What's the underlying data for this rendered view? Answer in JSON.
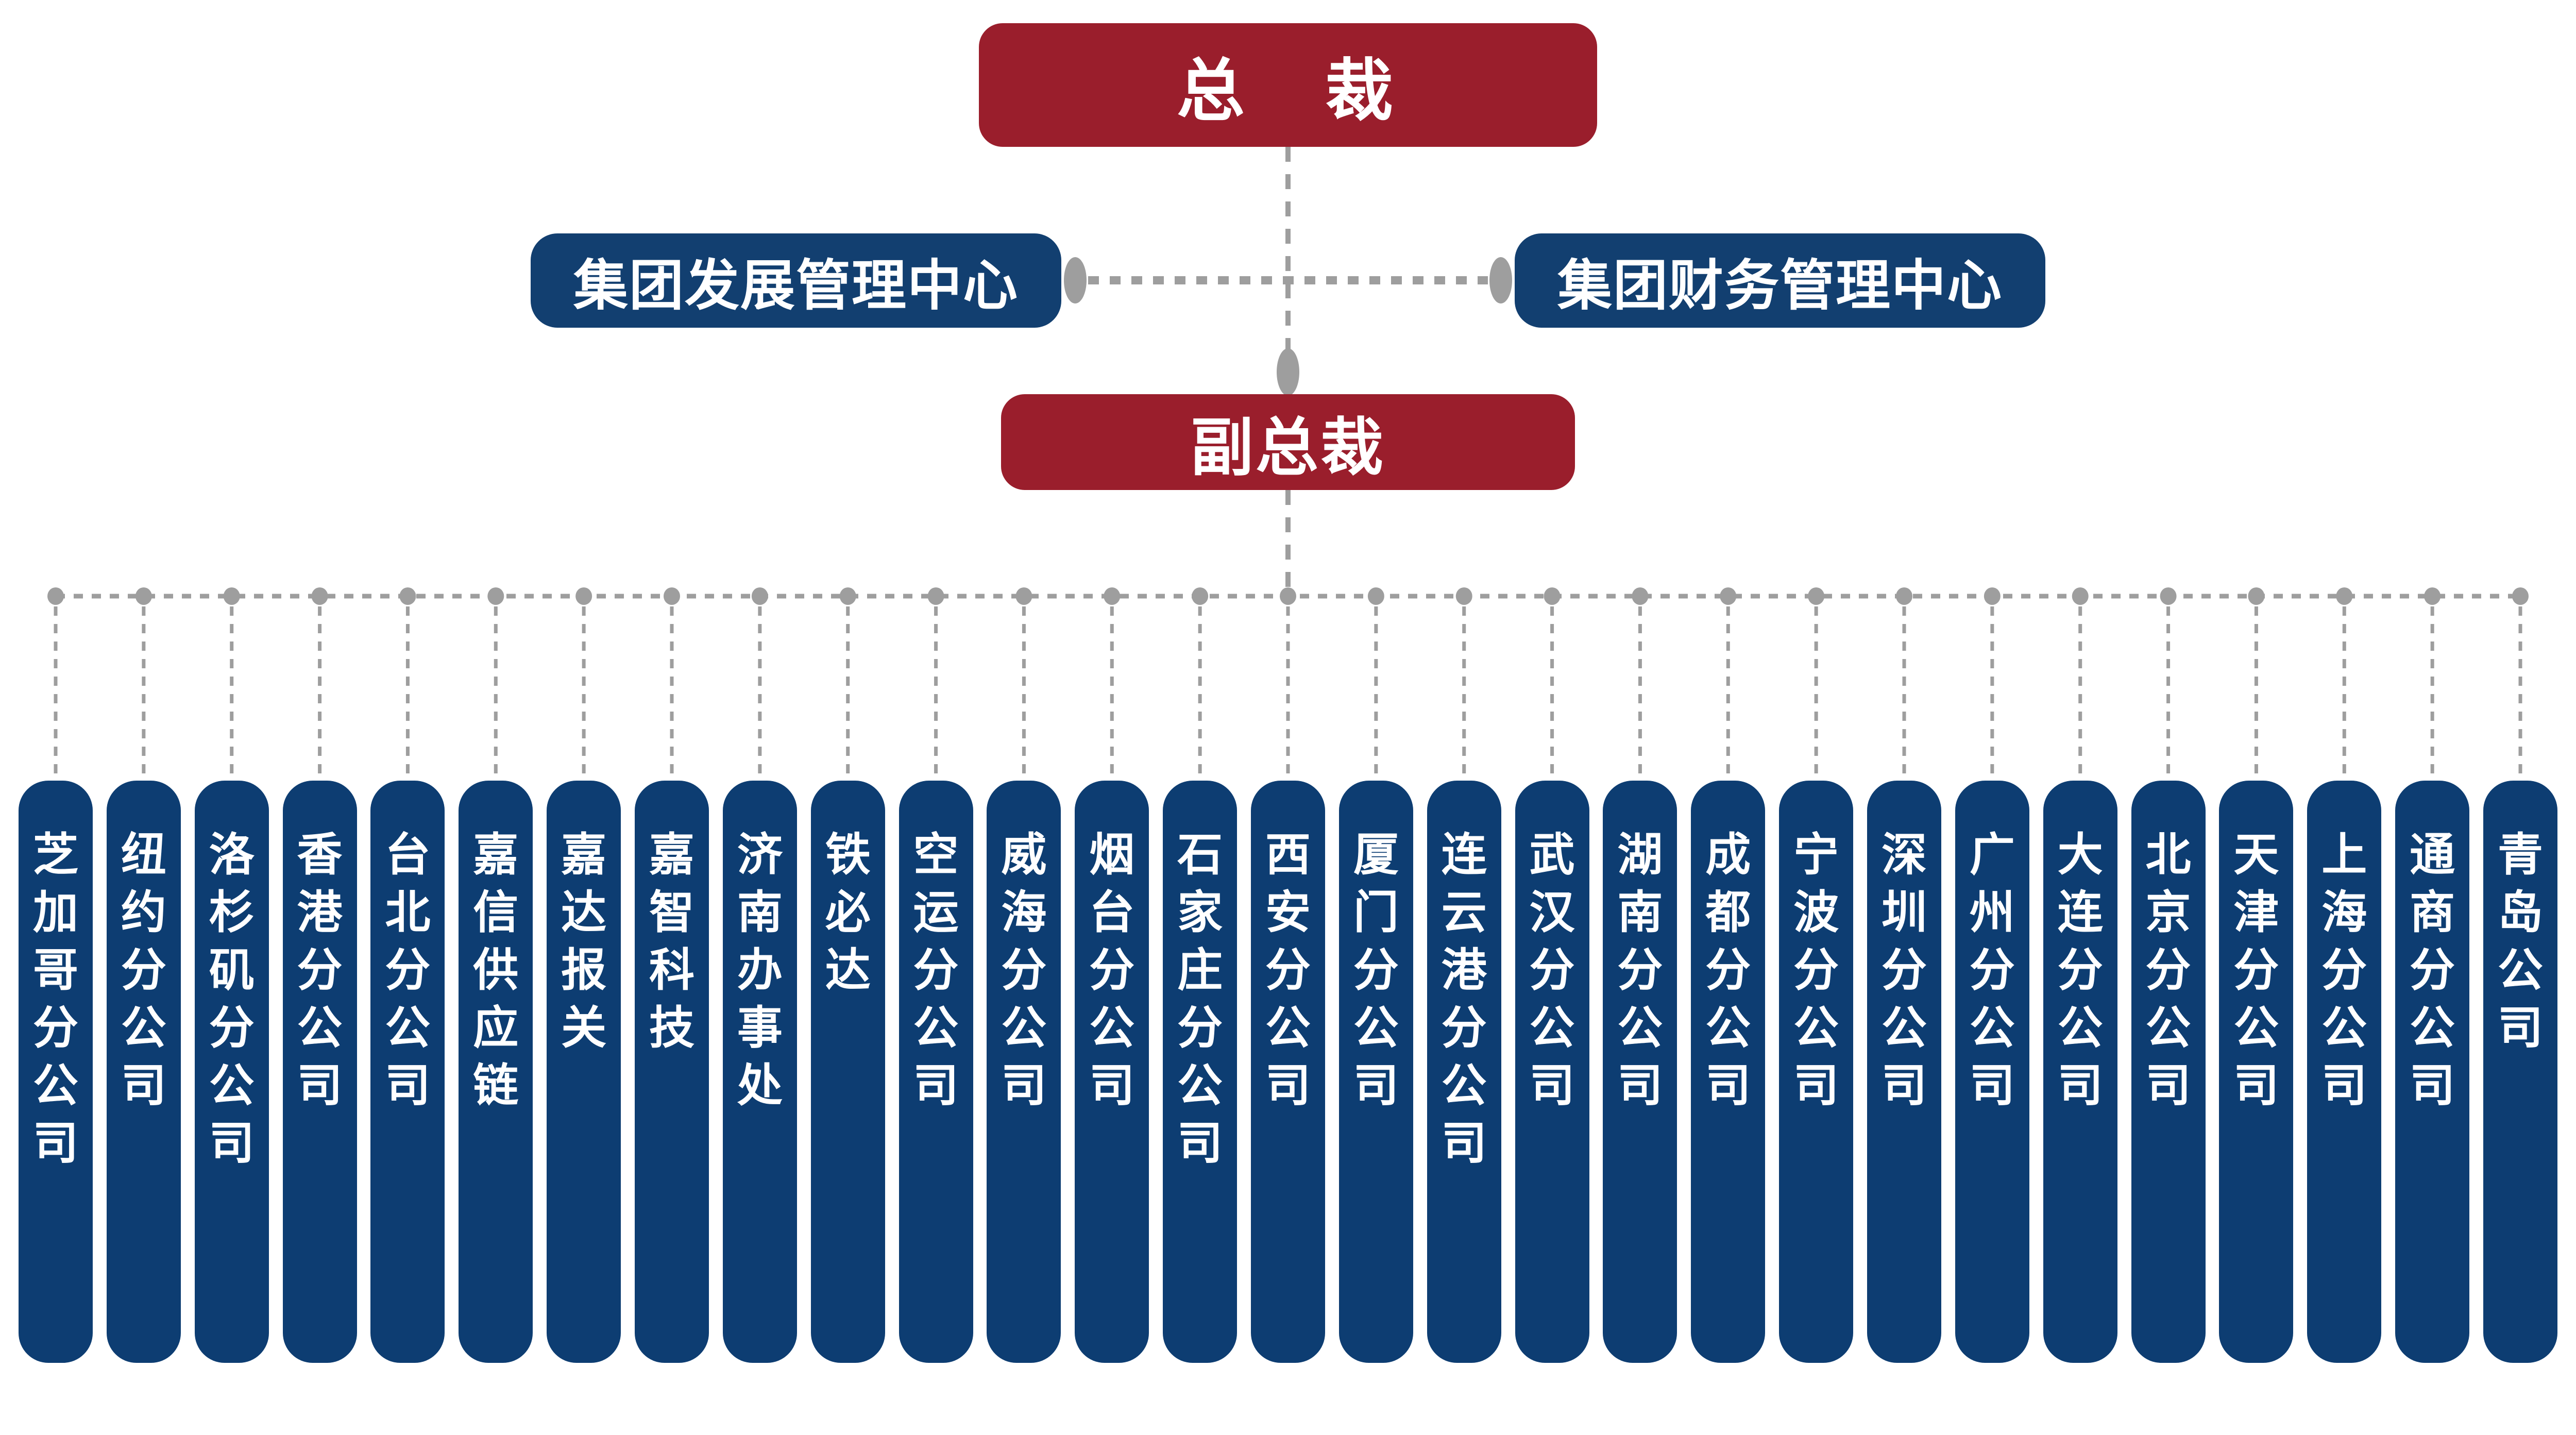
{
  "org_chart": {
    "president": "总　裁",
    "vice_president": "副总裁",
    "centers": [
      "集团发展管理中心",
      "集团财务管理中心"
    ],
    "branches": [
      "芝加哥分公司",
      "纽约分公司",
      "洛杉矶分公司",
      "香港分公司",
      "台北分公司",
      "嘉信供应链",
      "嘉达报关",
      "嘉智科技",
      "济南办事处",
      "铁必达",
      "空运分公司",
      "威海分公司",
      "烟台分公司",
      "石家庄分公司",
      "西安分公司",
      "厦门分公司",
      "连云港分公司",
      "武汉分公司",
      "湖南分公司",
      "成都分公司",
      "宁波分公司",
      "深圳分公司",
      "广州分公司",
      "大连分公司",
      "北京分公司",
      "天津分公司",
      "上海分公司",
      "通商分公司",
      "青岛公司"
    ],
    "colors": {
      "executive_red": "#9A1E2C",
      "center_blue": "#123F70",
      "branch_blue": "#0D3D72",
      "connector_gray": "#9E9E9E",
      "text_white": "#FFFFFF"
    }
  }
}
